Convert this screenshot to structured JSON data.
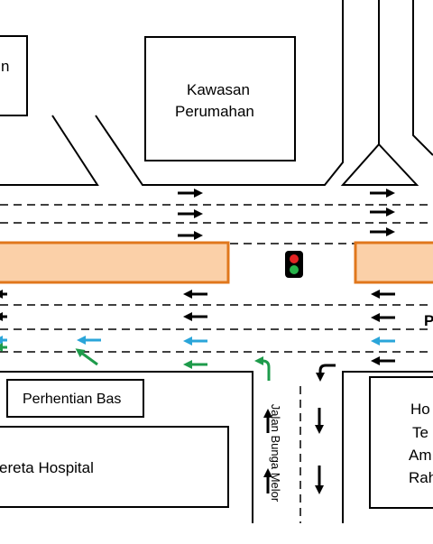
{
  "labels": {
    "top_left_building": "n",
    "housing_area_line1": "Kawasan",
    "housing_area_line2": "Perumahan",
    "bus_stop": "Perhentian Bas",
    "hospital_parking": "ereta Hospital",
    "side_road": "Jalan Bunga Melor",
    "right_building_line1": "Ho",
    "right_building_line2": "Te",
    "right_building_line3": "Am",
    "right_building_line4": "Rah",
    "right_edge_letter": "P"
  },
  "colors": {
    "median_fill": "#fbd0a8",
    "median_border": "#e0771c",
    "eastbound_arrow": "#000000",
    "westbound_arrow": "#000000",
    "turn_lane_arrow": "#2aa5d9",
    "left_turn_arrow": "#1e9b4b",
    "traffic_light_red": "#e32222",
    "traffic_light_green": "#27b34a"
  },
  "icons": {
    "signal": "traffic-light-icon",
    "straight": "arrow-icon",
    "turn": "turn-arrow-icon"
  }
}
